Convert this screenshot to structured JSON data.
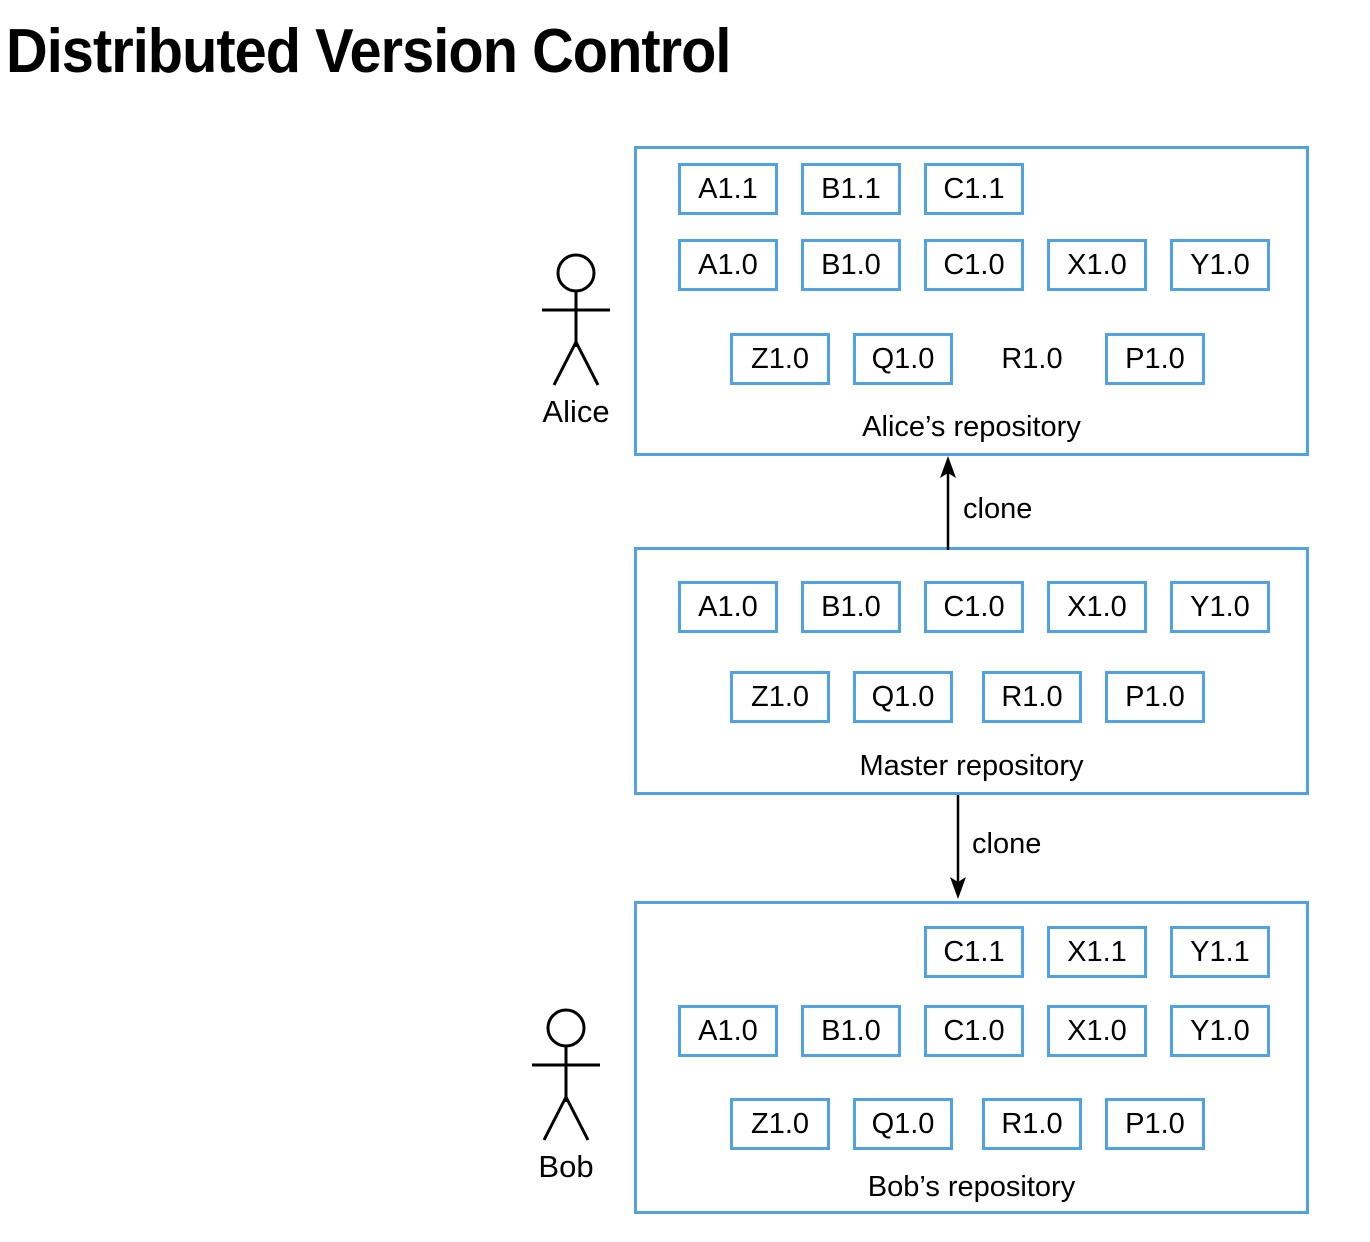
{
  "title": "Distributed Version Control",
  "colors": {
    "accent_blue": "#4FA3E3",
    "text": "#000000",
    "background": "#FFFFFF"
  },
  "actors": [
    {
      "name": "Alice",
      "label": "Alice",
      "icon": "stick-figure-icon"
    },
    {
      "name": "Bob",
      "label": "Bob",
      "icon": "stick-figure-icon"
    }
  ],
  "arrows": [
    {
      "label": "clone",
      "direction": "up",
      "from": "Master repository",
      "to": "Alice's repository"
    },
    {
      "label": "clone",
      "direction": "down",
      "from": "Master repository",
      "to": "Bob's repository"
    }
  ],
  "repositories": [
    {
      "id": "alice",
      "label": "Alice’s repository",
      "rows": [
        {
          "offset": "col0",
          "items": [
            {
              "text": "A1.1",
              "boxed": true
            },
            {
              "text": "B1.1",
              "boxed": true
            },
            {
              "text": "C1.1",
              "boxed": true
            }
          ]
        },
        {
          "offset": "col0",
          "items": [
            {
              "text": "A1.0",
              "boxed": true
            },
            {
              "text": "B1.0",
              "boxed": true
            },
            {
              "text": "C1.0",
              "boxed": true
            },
            {
              "text": "X1.0",
              "boxed": true
            },
            {
              "text": "Y1.0",
              "boxed": true
            }
          ]
        },
        {
          "offset": "indent",
          "items": [
            {
              "text": "Z1.0",
              "boxed": true
            },
            {
              "text": "Q1.0",
              "boxed": true
            },
            {
              "text": "R1.0",
              "boxed": false
            },
            {
              "text": "P1.0",
              "boxed": true
            }
          ]
        }
      ]
    },
    {
      "id": "master",
      "label": "Master repository",
      "rows": [
        {
          "offset": "col0",
          "items": [
            {
              "text": "A1.0",
              "boxed": true
            },
            {
              "text": "B1.0",
              "boxed": true
            },
            {
              "text": "C1.0",
              "boxed": true
            },
            {
              "text": "X1.0",
              "boxed": true
            },
            {
              "text": "Y1.0",
              "boxed": true
            }
          ]
        },
        {
          "offset": "indent",
          "items": [
            {
              "text": "Z1.0",
              "boxed": true
            },
            {
              "text": "Q1.0",
              "boxed": true
            },
            {
              "text": "R1.0",
              "boxed": true
            },
            {
              "text": "P1.0",
              "boxed": true
            }
          ]
        }
      ]
    },
    {
      "id": "bob",
      "label": "Bob’s repository",
      "rows": [
        {
          "offset": "col2",
          "items": [
            {
              "text": "C1.1",
              "boxed": true
            },
            {
              "text": "X1.1",
              "boxed": true
            },
            {
              "text": "Y1.1",
              "boxed": true
            }
          ]
        },
        {
          "offset": "col0",
          "items": [
            {
              "text": "A1.0",
              "boxed": true
            },
            {
              "text": "B1.0",
              "boxed": true
            },
            {
              "text": "C1.0",
              "boxed": true
            },
            {
              "text": "X1.0",
              "boxed": true
            },
            {
              "text": "Y1.0",
              "boxed": true
            }
          ]
        },
        {
          "offset": "indent",
          "items": [
            {
              "text": "Z1.0",
              "boxed": true
            },
            {
              "text": "Q1.0",
              "boxed": true
            },
            {
              "text": "R1.0",
              "boxed": true
            },
            {
              "text": "P1.0",
              "boxed": true
            }
          ]
        }
      ]
    }
  ]
}
